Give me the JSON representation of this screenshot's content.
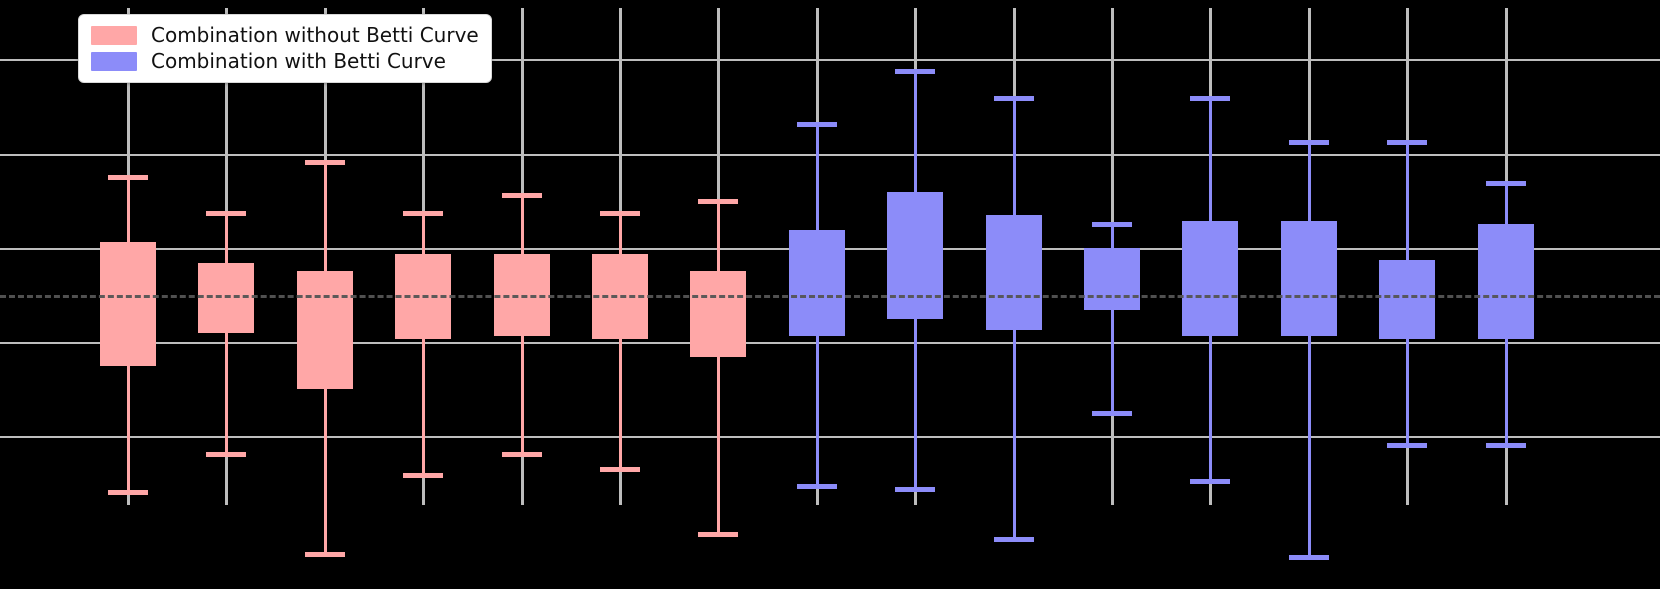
{
  "chart_data": {
    "type": "box",
    "title": "",
    "xlabel": "",
    "ylabel": "",
    "ylim": [
      0,
      1
    ],
    "grid": true,
    "reference_line": {
      "value": 0.5,
      "style": "dash-dot",
      "color": "#555555"
    },
    "legend": {
      "position": "upper-left",
      "entries": [
        {
          "label": "Combination without Betti Curve",
          "color": "#FFA7A7"
        },
        {
          "label": "Combination with Betti Curve",
          "color": "#8C8CF9"
        }
      ]
    },
    "y_gridline_values": [
      0.9,
      0.74,
      0.58,
      0.42,
      0.26
    ],
    "series": [
      {
        "name": "Combination without Betti Curve",
        "color": "#FFA7A7",
        "boxes": [
          {
            "index": 1,
            "whisker_low": 0.165,
            "q1": 0.38,
            "median": 0.5,
            "q3": 0.59,
            "whisker_high": 0.7
          },
          {
            "index": 2,
            "whisker_low": 0.23,
            "q1": 0.435,
            "median": 0.5,
            "q3": 0.555,
            "whisker_high": 0.64
          },
          {
            "index": 3,
            "whisker_low": 0.06,
            "q1": 0.34,
            "median": 0.5,
            "q3": 0.54,
            "whisker_high": 0.725
          },
          {
            "index": 4,
            "whisker_low": 0.195,
            "q1": 0.425,
            "median": 0.5,
            "q3": 0.57,
            "whisker_high": 0.64
          },
          {
            "index": 5,
            "whisker_low": 0.23,
            "q1": 0.43,
            "median": 0.5,
            "q3": 0.57,
            "whisker_high": 0.67
          },
          {
            "index": 6,
            "whisker_low": 0.205,
            "q1": 0.425,
            "median": 0.5,
            "q3": 0.57,
            "whisker_high": 0.64
          },
          {
            "index": 7,
            "whisker_low": 0.095,
            "q1": 0.395,
            "median": 0.5,
            "q3": 0.54,
            "whisker_high": 0.66
          }
        ]
      },
      {
        "name": "Combination with Betti Curve",
        "color": "#8C8CF9",
        "boxes": [
          {
            "index": 8,
            "whisker_low": 0.175,
            "q1": 0.43,
            "median": 0.5,
            "q3": 0.61,
            "whisker_high": 0.79
          },
          {
            "index": 9,
            "whisker_low": 0.17,
            "q1": 0.46,
            "median": 0.5,
            "q3": 0.675,
            "whisker_high": 0.88
          },
          {
            "index": 10,
            "whisker_low": 0.085,
            "q1": 0.44,
            "median": 0.5,
            "q3": 0.635,
            "whisker_high": 0.835
          },
          {
            "index": 11,
            "whisker_low": 0.3,
            "q1": 0.475,
            "median": 0.5,
            "q3": 0.58,
            "whisker_high": 0.62
          },
          {
            "index": 12,
            "whisker_low": 0.185,
            "q1": 0.43,
            "median": 0.5,
            "q3": 0.625,
            "whisker_high": 0.835
          },
          {
            "index": 13,
            "whisker_low": 0.055,
            "q1": 0.43,
            "median": 0.5,
            "q3": 0.625,
            "whisker_high": 0.76
          },
          {
            "index": 14,
            "whisker_low": 0.245,
            "q1": 0.425,
            "median": 0.5,
            "q3": 0.56,
            "whisker_high": 0.76
          },
          {
            "index": 15,
            "whisker_low": 0.245,
            "q1": 0.425,
            "median": 0.5,
            "q3": 0.62,
            "whisker_high": 0.69
          }
        ]
      }
    ]
  },
  "legend_box": {
    "entries": [
      {
        "label": "Combination without Betti Curve"
      },
      {
        "label": "Combination with Betti Curve"
      }
    ]
  }
}
